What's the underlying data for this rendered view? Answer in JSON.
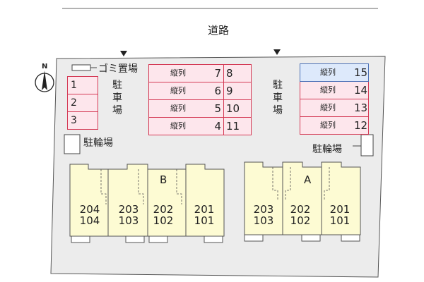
{
  "road": {
    "label": "道路"
  },
  "compass": {
    "north": "N"
  },
  "trash": {
    "label": "ゴミ置場"
  },
  "parking_label": {
    "left": [
      "駐",
      "車",
      "場"
    ],
    "center": [
      "駐",
      "車",
      "場"
    ]
  },
  "bicycle": {
    "left": "駐輪場",
    "right": "駐輪場"
  },
  "parking_left": [
    "1",
    "2",
    "3"
  ],
  "parking_center": [
    {
      "col": "縦列",
      "a": "7",
      "b": "8"
    },
    {
      "col": "縦列",
      "a": "6",
      "b": "9"
    },
    {
      "col": "縦列",
      "a": "5",
      "b": "10"
    },
    {
      "col": "縦列",
      "a": "4",
      "b": "11"
    }
  ],
  "parking_right": [
    {
      "col": "縦列",
      "num": "15",
      "highlight": true
    },
    {
      "col": "縦列",
      "num": "14",
      "highlight": false
    },
    {
      "col": "縦列",
      "num": "13",
      "highlight": false
    },
    {
      "col": "縦列",
      "num": "12",
      "highlight": false
    }
  ],
  "building_b": {
    "label": "B",
    "units": [
      {
        "upper": "204",
        "lower": "104"
      },
      {
        "upper": "203",
        "lower": "103"
      },
      {
        "upper": "202",
        "lower": "102"
      },
      {
        "upper": "201",
        "lower": "101"
      }
    ]
  },
  "building_a": {
    "label": "A",
    "units": [
      {
        "upper": "203",
        "lower": "103"
      },
      {
        "upper": "202",
        "lower": "102"
      },
      {
        "upper": "201",
        "lower": "101"
      }
    ]
  },
  "colors": {
    "site": "#ececec",
    "parking": "#fde6ec",
    "parking_border": "#d43a55",
    "highlight": "#dde9fb",
    "highlight_border": "#4a6fb5",
    "building": "#fdfbd3",
    "outline": "#555555"
  }
}
